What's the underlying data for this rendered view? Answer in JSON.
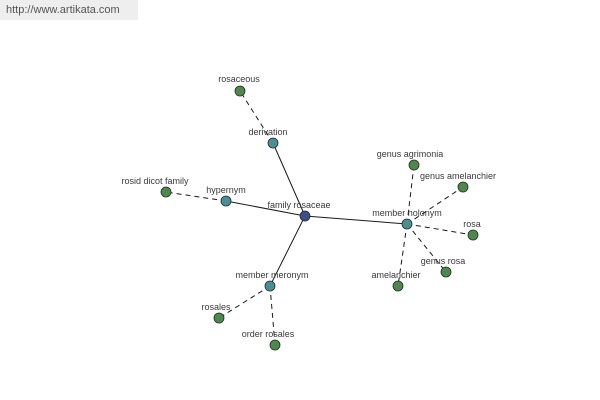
{
  "header": {
    "url": "http://www.artikata.com"
  },
  "graph": {
    "colors": {
      "center": "#3d4f8a",
      "relation": "#4a8f95",
      "leaf": "#4c8a4c"
    },
    "center": {
      "id": "family-rosaceae",
      "label": "family rosaceae"
    },
    "relations": [
      {
        "id": "derivation",
        "label": "derivation"
      },
      {
        "id": "hypernym",
        "label": "hypernym"
      },
      {
        "id": "member-holonym",
        "label": "member holonym"
      },
      {
        "id": "member-meronym",
        "label": "member meronym"
      }
    ],
    "leaves": [
      {
        "id": "rosaceous",
        "label": "rosaceous",
        "relation": "derivation"
      },
      {
        "id": "rosid-dicot-family",
        "label": "rosid dicot family",
        "relation": "hypernym"
      },
      {
        "id": "genus-agrimonia",
        "label": "genus agrimonia",
        "relation": "member-holonym"
      },
      {
        "id": "genus-amelanchier",
        "label": "genus amelanchier",
        "relation": "member-holonym"
      },
      {
        "id": "rosa",
        "label": "rosa",
        "relation": "member-holonym"
      },
      {
        "id": "genus-rosa",
        "label": "genus rosa",
        "relation": "member-holonym"
      },
      {
        "id": "amelanchier",
        "label": "amelanchier",
        "relation": "member-holonym"
      },
      {
        "id": "rosales",
        "label": "rosales",
        "relation": "member-meronym"
      },
      {
        "id": "order-rosales",
        "label": "order rosales",
        "relation": "member-meronym"
      }
    ]
  }
}
